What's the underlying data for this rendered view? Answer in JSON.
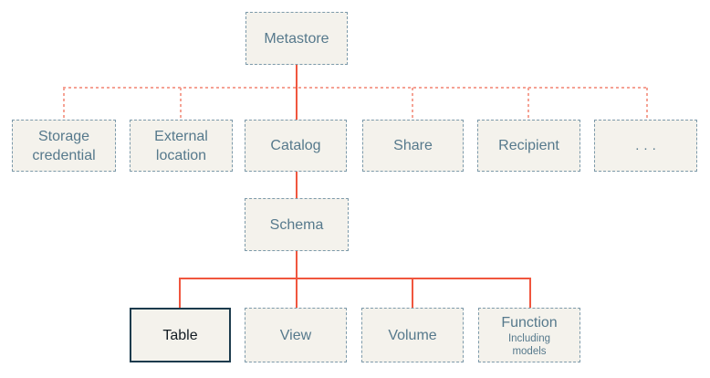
{
  "diagram": {
    "nodes": {
      "metastore": {
        "label": "Metastore"
      },
      "storage_credential": {
        "label": "Storage credential"
      },
      "external_location": {
        "label": "External location"
      },
      "catalog": {
        "label": "Catalog"
      },
      "share": {
        "label": "Share"
      },
      "recipient": {
        "label": "Recipient"
      },
      "more": {
        "label": "..."
      },
      "schema": {
        "label": "Schema"
      },
      "table": {
        "label": "Table"
      },
      "view": {
        "label": "View"
      },
      "volume": {
        "label": "Volume"
      },
      "function": {
        "label": "Function",
        "sublabel": "Including models"
      }
    },
    "colors": {
      "background": "#ffffff",
      "box_fill": "#f4f2ec",
      "box_border": "#7d9aaa",
      "label_text": "#56798c",
      "highlight_border": "#1c3b4d",
      "highlight_text": "#131c23",
      "solid_connector": "#f0563e",
      "dotted_connector": "#f5a294"
    }
  }
}
